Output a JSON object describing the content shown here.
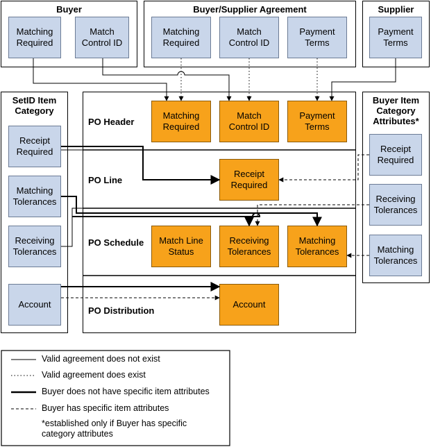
{
  "panels": {
    "buyer": "Buyer",
    "agreement": "Buyer/Supplier Agreement",
    "supplier": "Supplier",
    "setid": "SetID Item\nCategory",
    "buyer_attrs": "Buyer Item\nCategory\nAttributes*"
  },
  "boxes": {
    "buyer_matching": "Matching\nRequired",
    "buyer_match_control": "Match\nControl ID",
    "agr_matching": "Matching\nRequired",
    "agr_match_control": "Match\nControl ID",
    "agr_payment": "Payment\nTerms",
    "sup_payment": "Payment\nTerms",
    "setid_receipt": "Receipt\nRequired",
    "setid_matching_tol": "Matching\nTolerances",
    "setid_receiving_tol": "Receiving\nTolerances",
    "setid_account": "Account",
    "attr_receipt": "Receipt\nRequired",
    "attr_receiving_tol": "Receiving\nTolerances",
    "attr_matching_tol": "Matching\nTolerances",
    "po_matching": "Matching\nRequired",
    "po_match_control": "Match\nControl ID",
    "po_payment": "Payment\nTerms",
    "line_receipt": "Receipt\nRequired",
    "sched_match_line": "Match Line\nStatus",
    "sched_receiving_tol": "Receiving\nTolerances",
    "sched_matching_tol": "Matching\nTolerances",
    "dist_account": "Account"
  },
  "rows": {
    "header": "PO Header",
    "line": "PO Line",
    "schedule": "PO Schedule",
    "distribution": "PO Distribution"
  },
  "legend": {
    "solid": "Valid agreement does not exist",
    "dotted": "Valid agreement does exist",
    "thick": "Buyer does not have specific item attributes",
    "dashed": "Buyer has specific item attributes",
    "note": "*established only if Buyer has specific\ncategory attributes"
  },
  "colors": {
    "source_box": "#c9d6ea",
    "po_box": "#f7a21b"
  }
}
